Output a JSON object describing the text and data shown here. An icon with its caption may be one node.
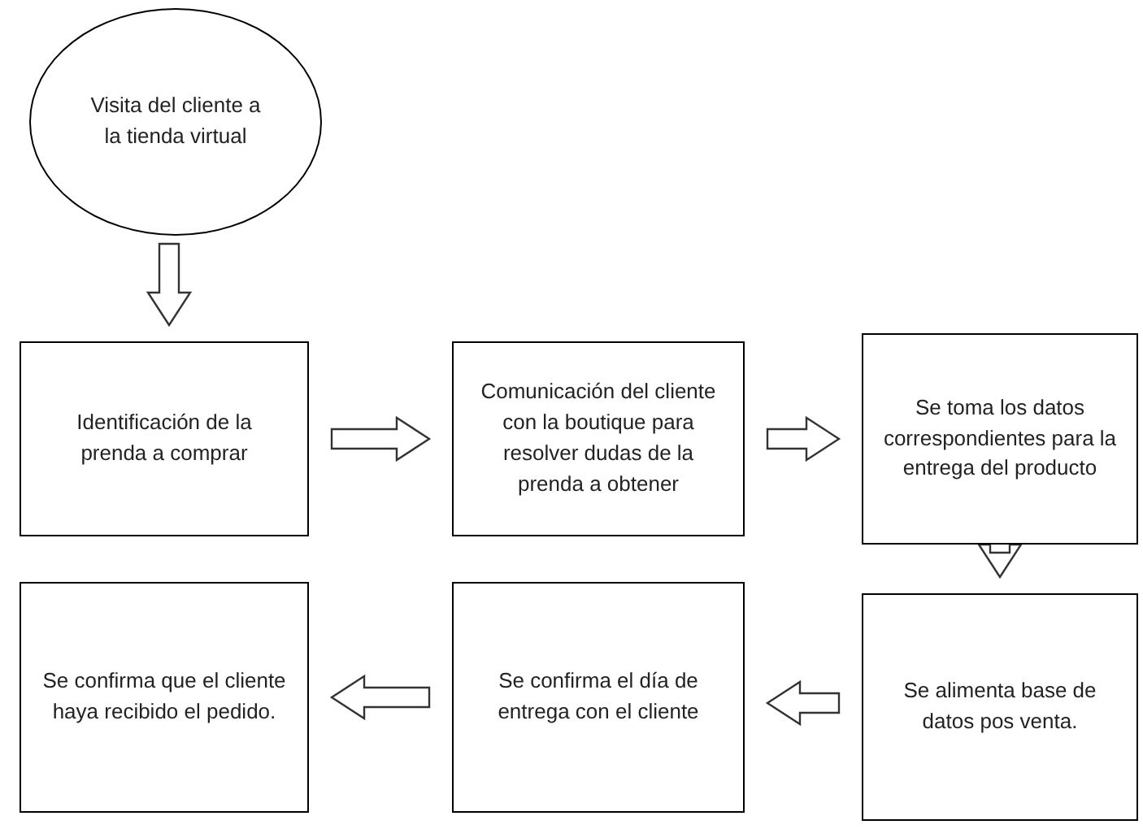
{
  "diagram": {
    "nodes": [
      {
        "text": [
          "Visita del cliente a la tienda virtual"
        ]
      },
      {
        "text": [
          "Identificación de la prenda a comprar"
        ]
      },
      {
        "text": [
          "Comunicación del cliente con la boutique para resolver dudas de la prenda a obtener"
        ]
      },
      {
        "text": [
          "Se toma los datos correspondientes para la entrega del producto"
        ]
      },
      {
        "text": [
          "Se alimenta base de datos pos venta."
        ]
      },
      {
        "text": [
          "Se confirma el día de entrega con el cliente"
        ]
      },
      {
        "text": [
          "Se confirma que el cliente haya recibido el pedido."
        ]
      }
    ],
    "edges": [
      {
        "from": 0,
        "to": 1,
        "arrow": "to"
      },
      {
        "from": 1,
        "to": 2,
        "arrow": "to"
      },
      {
        "from": 2,
        "to": 3,
        "arrow": "to"
      },
      {
        "from": 3,
        "to": 4,
        "arrow": "to"
      },
      {
        "from": 4,
        "to": 5,
        "arrow": "to"
      },
      {
        "from": 5,
        "to": 6,
        "arrow": "to"
      }
    ]
  }
}
